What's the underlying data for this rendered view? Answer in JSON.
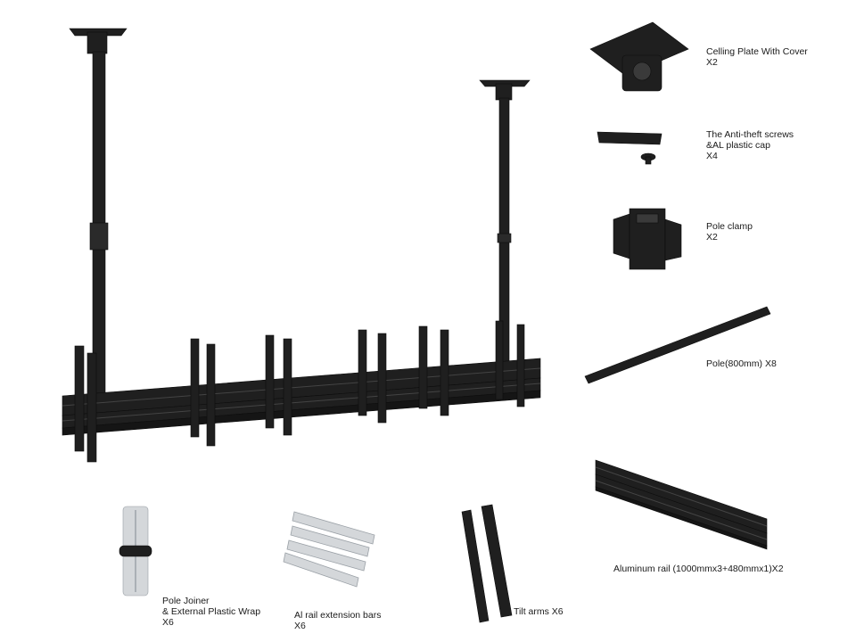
{
  "parts": {
    "ceiling_plate": {
      "name": "Celling Plate With Cover",
      "qty": "X2"
    },
    "anti_theft": {
      "name_line1": "The Anti-theft screws",
      "name_line2": "&AL plastic cap",
      "qty": "X4"
    },
    "pole_clamp": {
      "name": "Pole clamp",
      "qty": "X2"
    },
    "pole": {
      "name": "Pole(800mm) X8"
    },
    "aluminum_rail": {
      "name": "Aluminum rail (1000mmx3+480mmx1)X2"
    },
    "pole_joiner": {
      "name_line1": "Pole Joiner",
      "name_line2": "& External Plastic Wrap",
      "qty": "X6"
    },
    "extension_bars": {
      "name": "Al rail extension bars",
      "qty": "X6"
    },
    "tilt_arms": {
      "name": "Tilt arms X6"
    }
  },
  "colors": {
    "metal": "#1f1f1f",
    "metal_highlight": "#3a3a3a",
    "plastic": "#d4d7da"
  }
}
